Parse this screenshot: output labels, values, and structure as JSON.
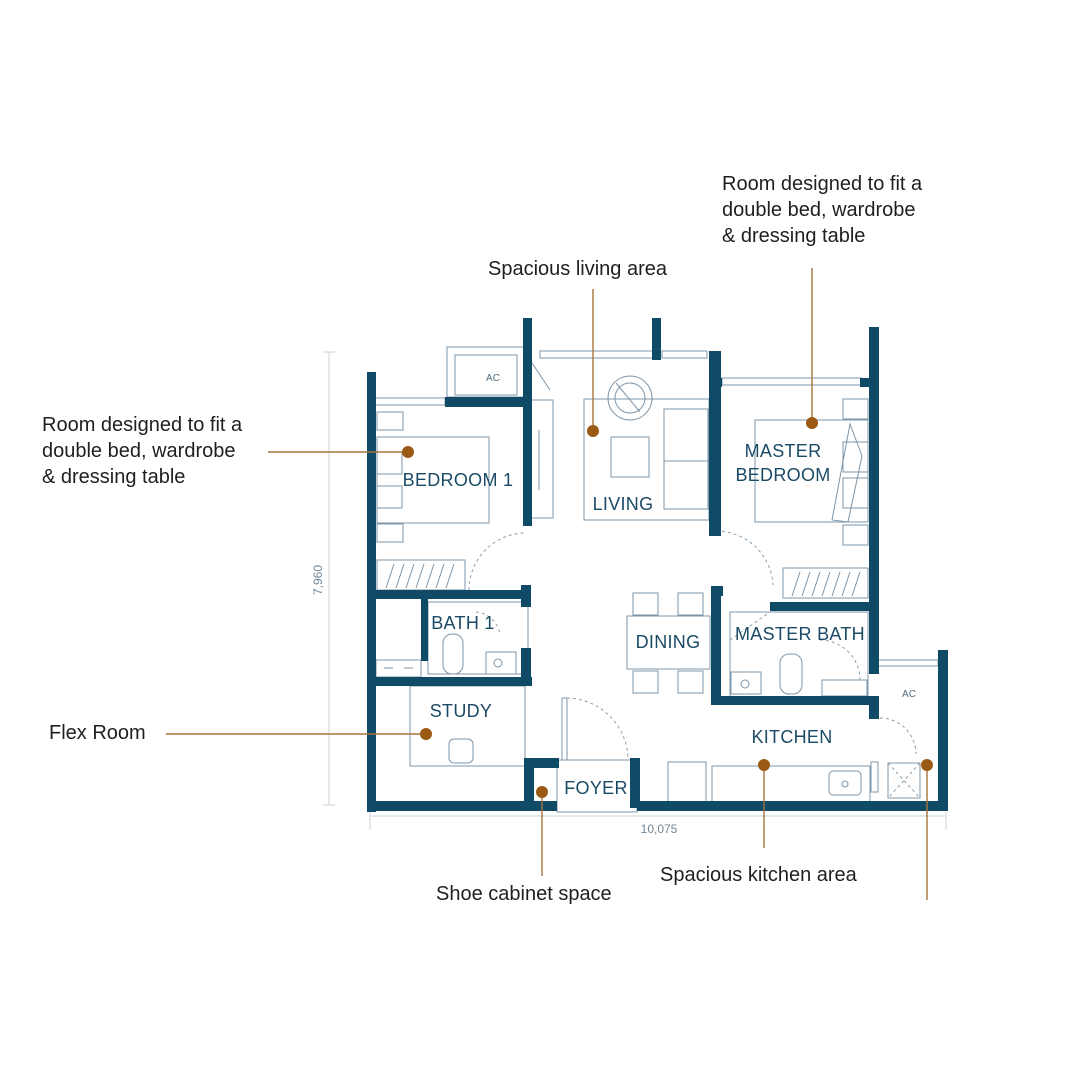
{
  "colors": {
    "wall": "#0f4a66",
    "room_text": "#1b4a66",
    "leader": "#a8733a",
    "marker": "#9a5a14"
  },
  "rooms": {
    "bedroom1": "BEDROOM 1",
    "living": "LIVING",
    "master_bedroom_line1": "MASTER",
    "master_bedroom_line2": "BEDROOM",
    "bath1": "BATH 1",
    "dining": "DINING",
    "master_bath": "MASTER BATH",
    "study": "STUDY",
    "kitchen": "KITCHEN",
    "foyer": "FOYER",
    "ac_left": "AC",
    "ac_right": "AC"
  },
  "dimensions": {
    "width": "10,075",
    "height": "7,960"
  },
  "annotations": {
    "master_bedroom": "Room designed to fit a\ndouble bed, wardrobe\n& dressing table",
    "living": "Spacious living area",
    "bedroom1": "Room designed to fit a\ndouble bed, wardrobe\n& dressing table",
    "flex_room": "Flex Room",
    "shoe_cabinet": "Shoe cabinet space",
    "kitchen": "Spacious kitchen area"
  }
}
